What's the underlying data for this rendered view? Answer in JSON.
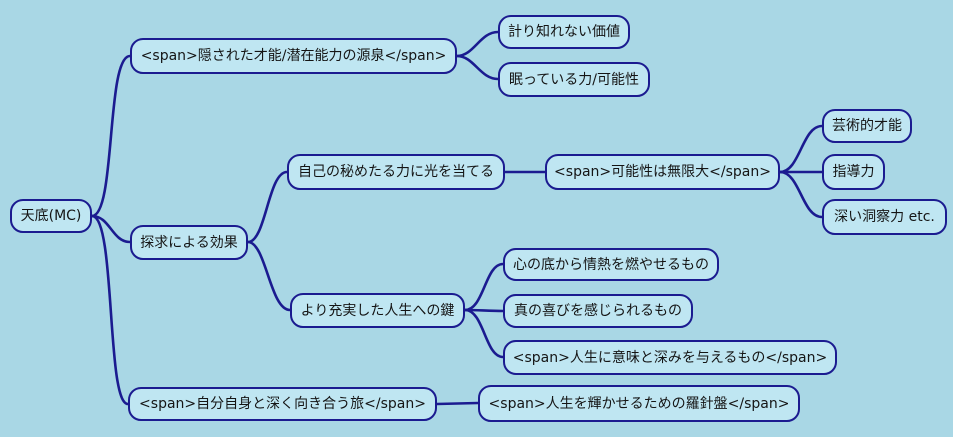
{
  "theme": {
    "background_color": "#a9d7e5",
    "node_fill_color": "#bfe6f2",
    "node_border_color": "#1b1b90",
    "edge_color": "#1b1b90",
    "text_color": "#151515"
  },
  "mindmap": {
    "root": {
      "label": "天底(MC)",
      "children": [
        {
          "label": "<span>隠された才能/潜在能力の源泉</span>",
          "children": [
            {
              "label": "計り知れない価値"
            },
            {
              "label": "眠っている力/可能性"
            }
          ]
        },
        {
          "label": "探求による効果",
          "children": [
            {
              "label": "自己の秘めたる力に光を当てる",
              "children": [
                {
                  "label": "<span>可能性は無限大</span>",
                  "children": [
                    {
                      "label": "芸術的才能"
                    },
                    {
                      "label": "指導力"
                    },
                    {
                      "label": "深い洞察力 etc."
                    }
                  ]
                }
              ]
            },
            {
              "label": "より充実した人生への鍵",
              "children": [
                {
                  "label": "心の底から情熱を燃やせるもの"
                },
                {
                  "label": "真の喜びを感じられるもの"
                },
                {
                  "label": "<span>人生に意味と深みを与えるもの</span>"
                }
              ]
            }
          ]
        },
        {
          "label": "<span>自分自身と深く向き合う旅</span>",
          "children": [
            {
              "label": "<span>人生を輝かせるための羅針盤</span>"
            }
          ]
        }
      ]
    }
  }
}
